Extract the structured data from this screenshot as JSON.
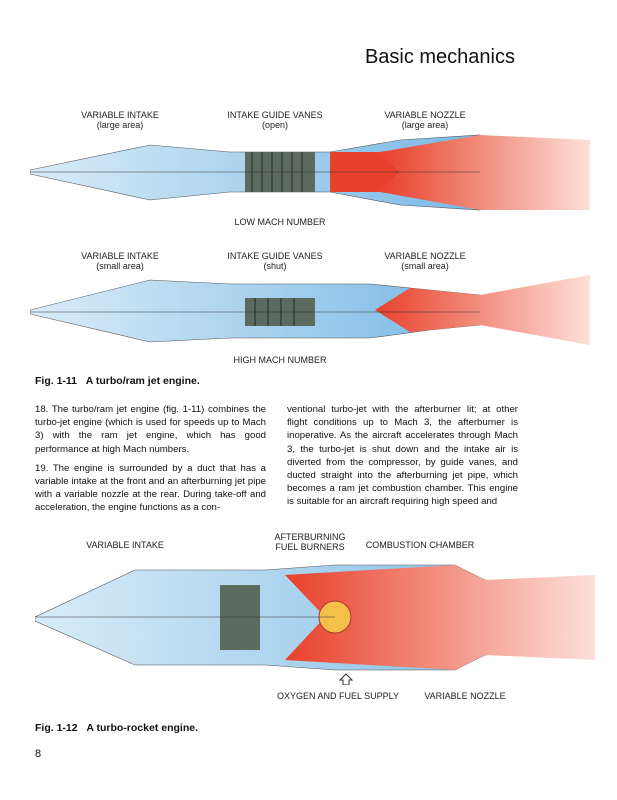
{
  "header": {
    "title": "Basic mechanics"
  },
  "fig11": {
    "low": {
      "intake": "VARIABLE INTAKE",
      "intake_sub": "(large area)",
      "vanes": "INTAKE GUIDE VANES",
      "vanes_sub": "(open)",
      "nozzle": "VARIABLE NOZZLE",
      "nozzle_sub": "(large area)",
      "caption": "LOW MACH NUMBER"
    },
    "high": {
      "intake": "VARIABLE INTAKE",
      "intake_sub": "(small area)",
      "vanes": "INTAKE GUIDE VANES",
      "vanes_sub": "(shut)",
      "nozzle": "VARIABLE NOZZLE",
      "nozzle_sub": "(small area)",
      "caption": "HIGH MACH NUMBER"
    },
    "caption_num": "Fig. 1-11",
    "caption": "A turbo/ram jet engine."
  },
  "text": {
    "p18": "18.  The turbo/ram jet engine (fig. 1-11) combines the turbo-jet engine (which is used for speeds up to Mach 3) with the ram jet engine, which has good performance at high Mach numbers.",
    "p19": "19.  The engine is surrounded by a duct that has a variable intake at the front and an afterburning jet pipe with a variable nozzle at the rear. During take-off and acceleration, the engine functions as a con-",
    "p19b": "ventional turbo-jet with the afterburner lit; at other flight conditions up to Mach 3, the afterburner is inoperative. As the aircraft accelerates through Mach 3, the turbo-jet is shut down and the intake air is diverted from the compressor, by guide vanes, and ducted straight into the afterburning jet pipe, which becomes a ram jet combustion chamber. This engine is suitable for an aircraft requiring high speed and"
  },
  "fig12": {
    "intake": "VARIABLE INTAKE",
    "burners": "AFTERBURNING",
    "burners2": "FUEL BURNERS",
    "chamber": "COMBUSTION CHAMBER",
    "supply": "OXYGEN AND FUEL SUPPLY",
    "nozzle": "VARIABLE NOZZLE",
    "caption_num": "Fig. 1-12",
    "caption": "A turbo-rocket engine."
  },
  "footer": {
    "page_number": "8"
  }
}
